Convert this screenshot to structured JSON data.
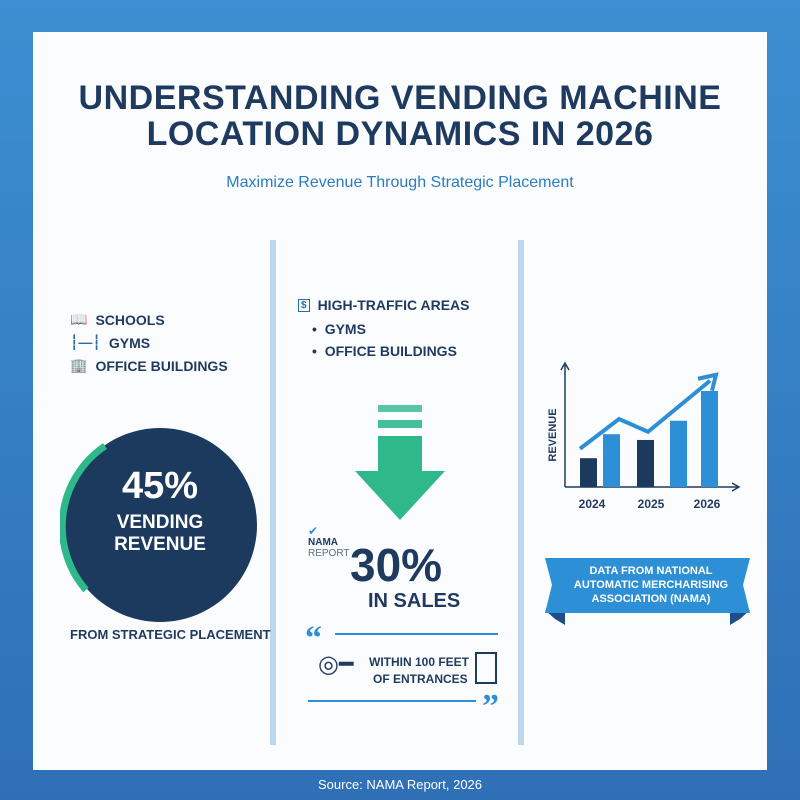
{
  "title": {
    "line1": "UNDERSTANDING VENDING MACHINE",
    "line2": "LOCATION DYNAMICS IN 2026"
  },
  "subtitle": "Maximize Revenue Through Strategic Placement",
  "left": {
    "items": [
      {
        "icon": "book-icon",
        "label": "SCHOOLS"
      },
      {
        "icon": "dumbbell-icon",
        "label": "GYMS"
      },
      {
        "icon": "building-icon",
        "label": "OFFICE BUILDINGS"
      }
    ],
    "donut": {
      "value": "45%",
      "line1": "VENDING",
      "line2": "REVENUE",
      "percent": 45
    },
    "caption": "FROM STRATEGIC PLACEMENT"
  },
  "middle": {
    "heading": {
      "icon": "vending-dollar-icon",
      "label": "HIGH-TRAFFIC AREAS"
    },
    "bullets": [
      "GYMS",
      "OFFICE BUILDINGS"
    ],
    "badge": {
      "line1": "NAMA",
      "line2": "REPORT"
    },
    "stat": "30%",
    "stat_label": "IN SALES",
    "quote": {
      "line1": "WITHIN 100 FEET",
      "line2": "OF ENTRANCES"
    }
  },
  "right": {
    "banner": {
      "line1": "DATA FROM NATIONAL",
      "line2": "AUTOMATIC MERCHARISING",
      "line3": "ASSOCIATION (NAMA)"
    }
  },
  "chart_data": {
    "type": "bar",
    "ylabel": "REVENUE",
    "categories": [
      "2024",
      "2025",
      "2026"
    ],
    "bars": [
      {
        "x": "2024",
        "value": 30,
        "color": "#1c3a5e"
      },
      {
        "x": "2024",
        "value": 55,
        "color": "#2d8fd6"
      },
      {
        "x": "2025",
        "value": 49,
        "color": "#1c3a5e"
      },
      {
        "x": "2025",
        "value": 69,
        "color": "#2d8fd6"
      },
      {
        "x": "2026",
        "value": 100,
        "color": "#2d8fd6"
      }
    ],
    "trend": [
      45,
      80,
      65,
      125
    ],
    "colors": {
      "dark": "#1c3a5e",
      "light": "#2d8fd6"
    }
  },
  "footer": "Source: NAMA Report, 2026",
  "colors": {
    "navy": "#1f3a5f",
    "blue": "#2b7cc0",
    "green": "#2fb98a"
  }
}
